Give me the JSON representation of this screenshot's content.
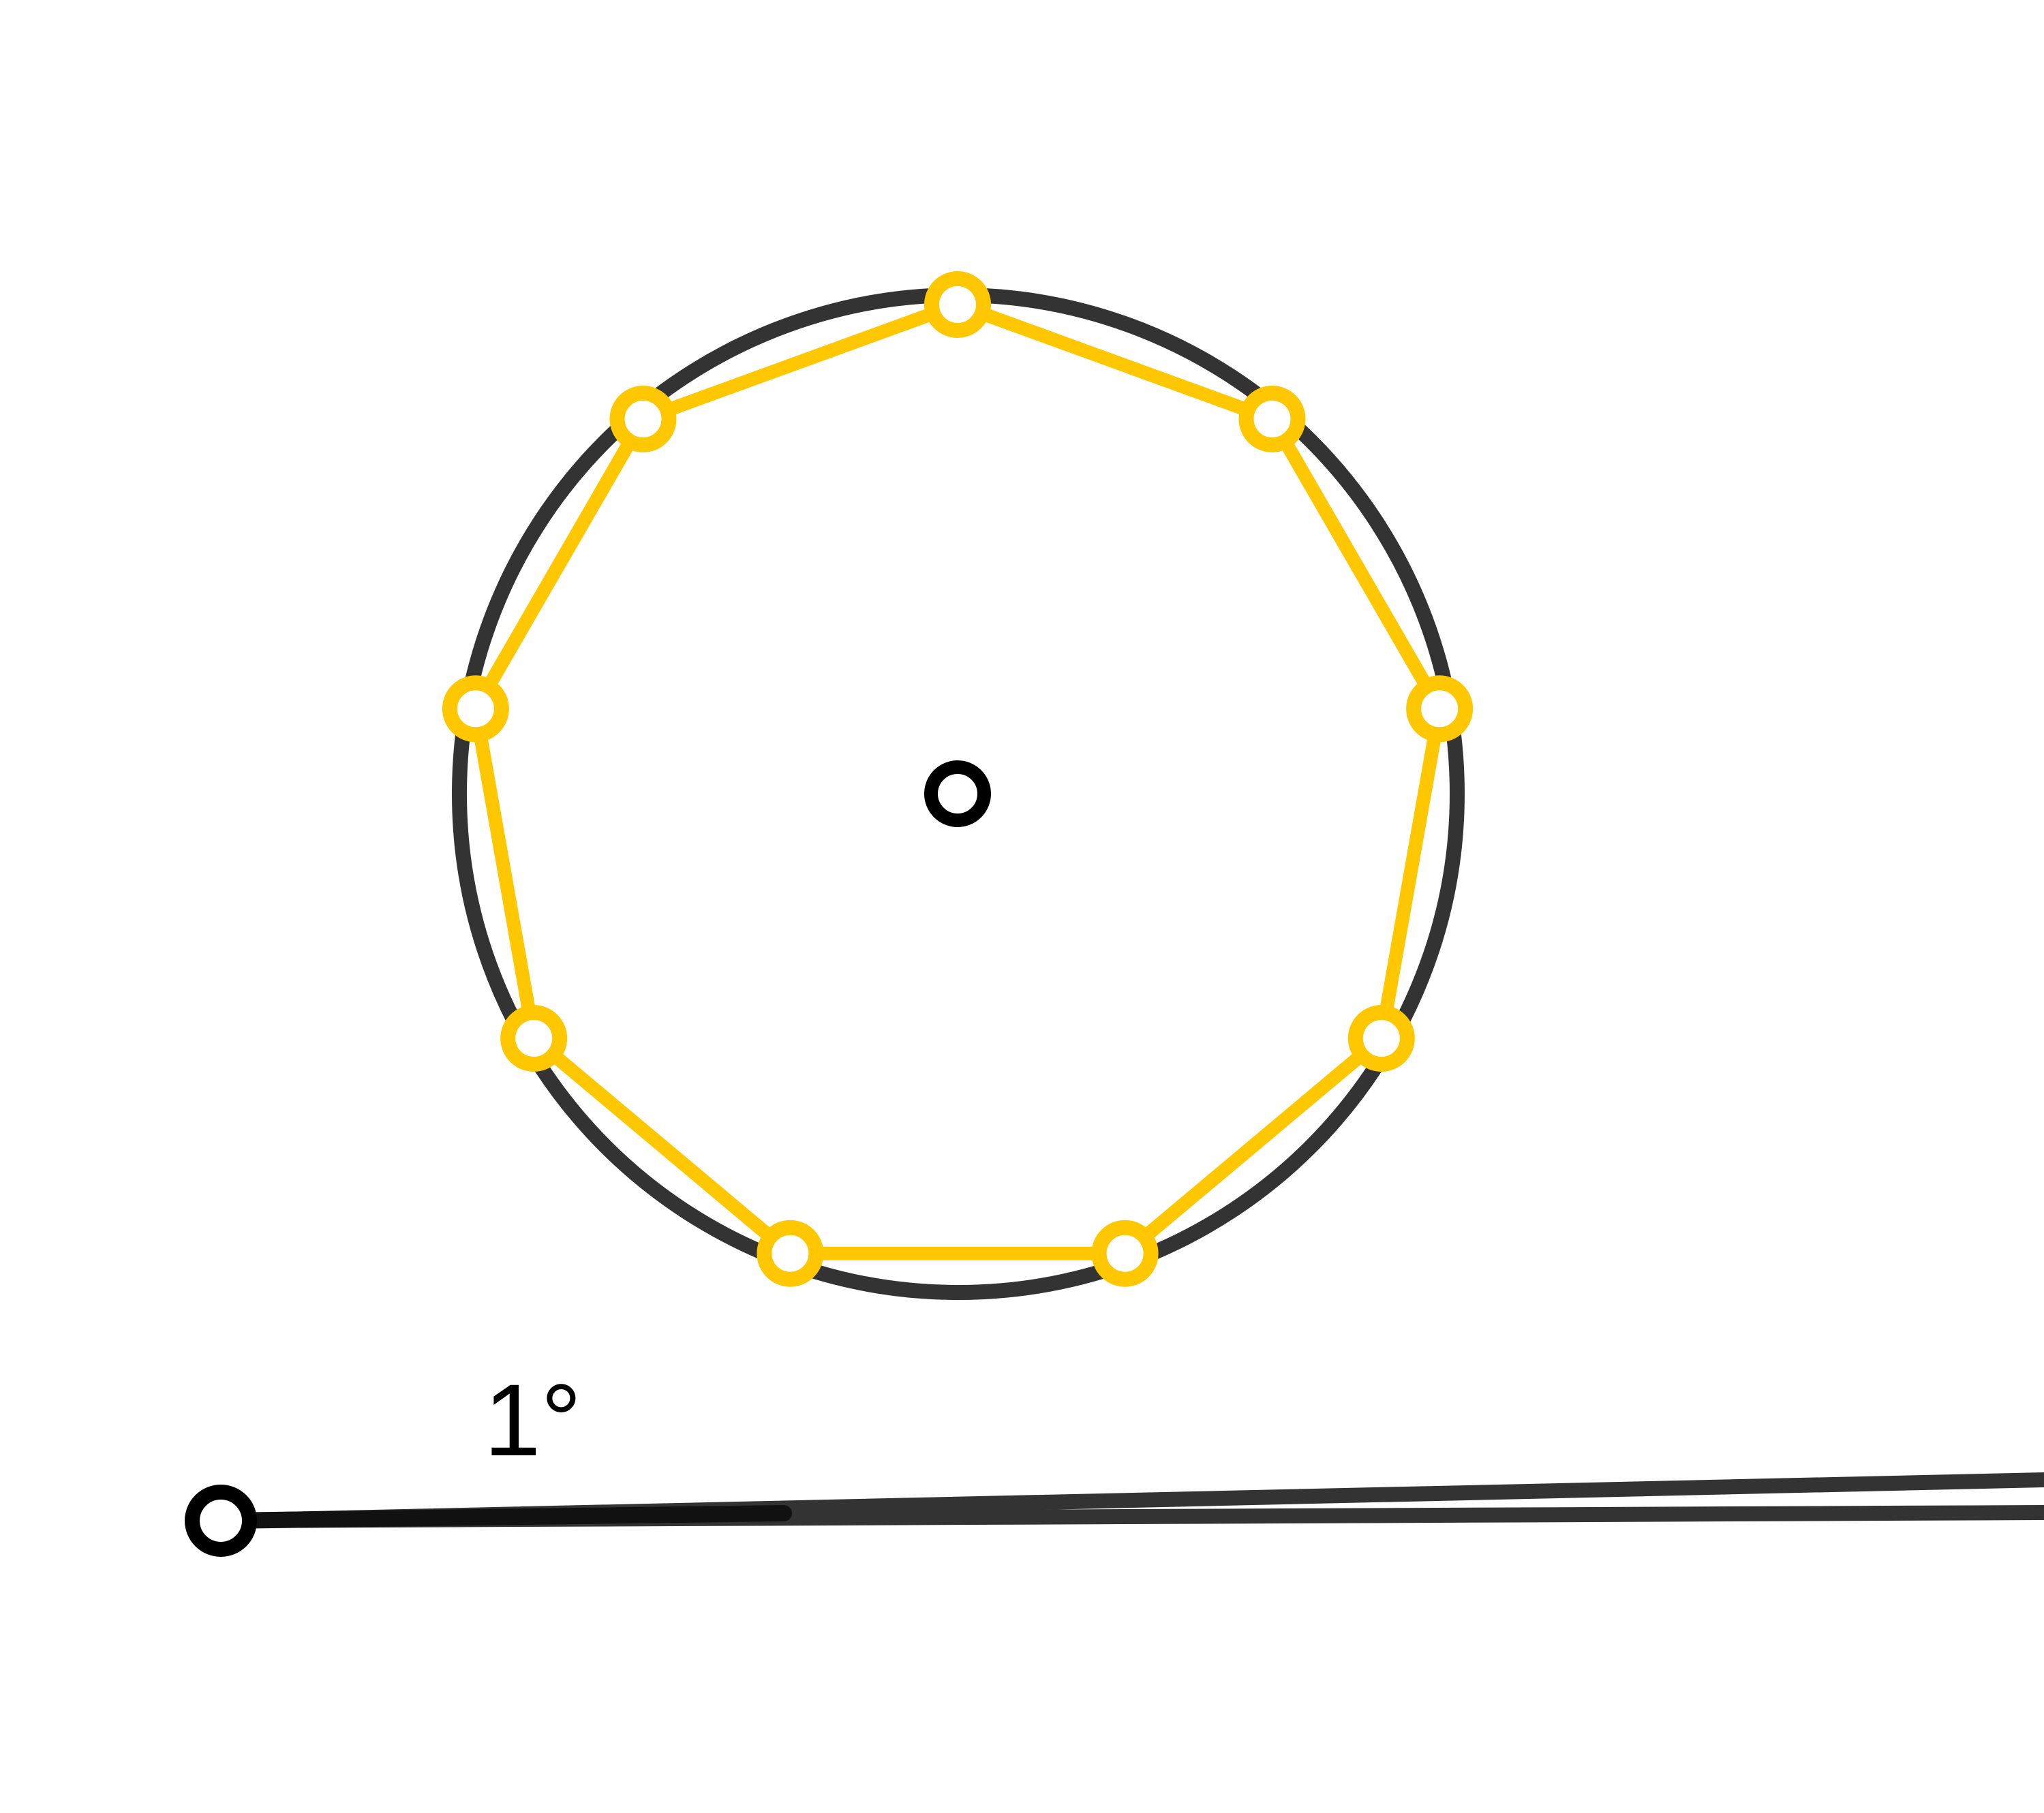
{
  "diagram": {
    "angle_label": "1°",
    "shape": "regular-nonagon-inscribed-in-circle",
    "polygon_vertex_count": 9,
    "colors": {
      "background": "#ffffff",
      "circle_stroke": "#333333",
      "polygon_stroke": "#ffc700",
      "point_fill": "#ffffff",
      "center_point_stroke": "#000000",
      "ray_stroke": "#333333",
      "ray_emphasis": "#111111",
      "label": "#000000"
    },
    "icons": {
      "vertex_point": "hollow-circle-point",
      "center_point": "hollow-circle-point",
      "angle_vertex_point": "hollow-circle-point"
    }
  }
}
